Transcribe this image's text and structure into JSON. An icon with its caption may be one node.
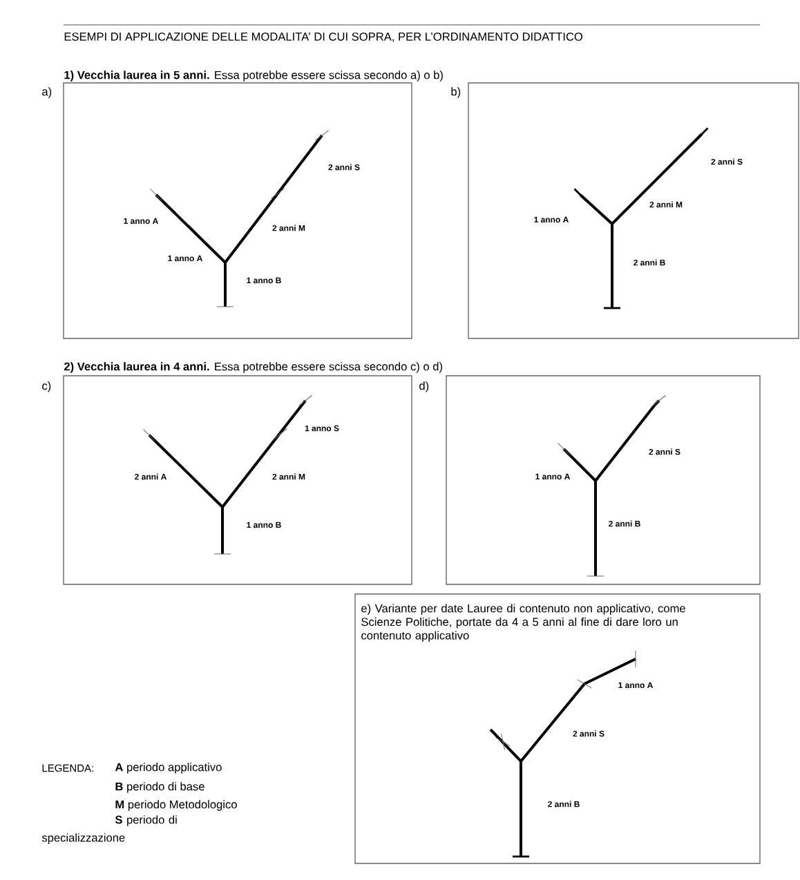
{
  "diagram": {
    "title": "ESEMPI DI APPLICAZIONE DELLE MODALITA’ DI CUI SOPRA, PER L’ORDINAMENTO DIDATTICO",
    "nodes": [
      {
        "text": [
          "a)",
          "1 anno A",
          "1 anno A",
          "2 anni M",
          "2 anni S",
          "1 anno B"
        ]
      },
      {
        "text": [
          "b)",
          "1 anno A",
          "2 anni M",
          "2 anni S",
          "2 anni B"
        ]
      },
      {
        "text": [
          "c)",
          "2 anni A",
          "2 anni M",
          "1 anno S",
          "1 anno B"
        ]
      },
      {
        "text": [
          "d)",
          "1 anno A",
          "2 anni S",
          "2 anni B"
        ]
      },
      {
        "text": [
          "e) Variante per date Lauree di contenuto non applicativo, come Scienze Politiche, portate da 4 a 5 anni al fine di dare loro un contenuto applicativo",
          "1 anno A",
          "2 anni S",
          "2 anni B"
        ]
      }
    ],
    "labels": [
      "**1) Vecchia laurea in 5 anni.** Essa potrebbe essere scissa secondo a) o b)",
      "**2) Vecchia laurea in 4 anni.** Essa potrebbe essere scissa secondo c) o d)",
      "LEGENDA:",
      "**A** periodo applicativo",
      "**B** periodo di  base",
      "**M**  periodo Metodologico",
      "**S** periodo di specializzazione"
    ]
  }
}
